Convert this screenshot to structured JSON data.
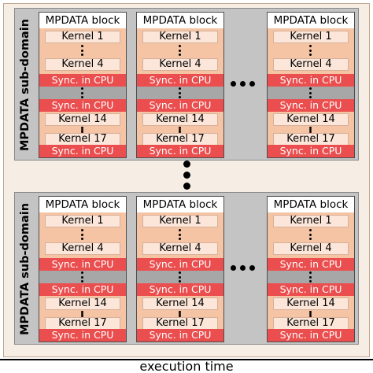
{
  "subdomain_label": "MPDATA sub-domain",
  "block_title": "MPDATA block",
  "sync_label": "Sync. in CPU",
  "kernels": {
    "k1": "Kernel 1",
    "k4": "Kernel 4",
    "k14": "Kernel 14",
    "k17": "Kernel 17"
  },
  "x_axis_label": "execution time",
  "colors": {
    "sync": "#eb4e4e",
    "kernel_band": "#f4c4a4",
    "kernel_box": "#fbe6d9",
    "subdomain": "#c4c4c4",
    "outer": "#f6ede4"
  }
}
